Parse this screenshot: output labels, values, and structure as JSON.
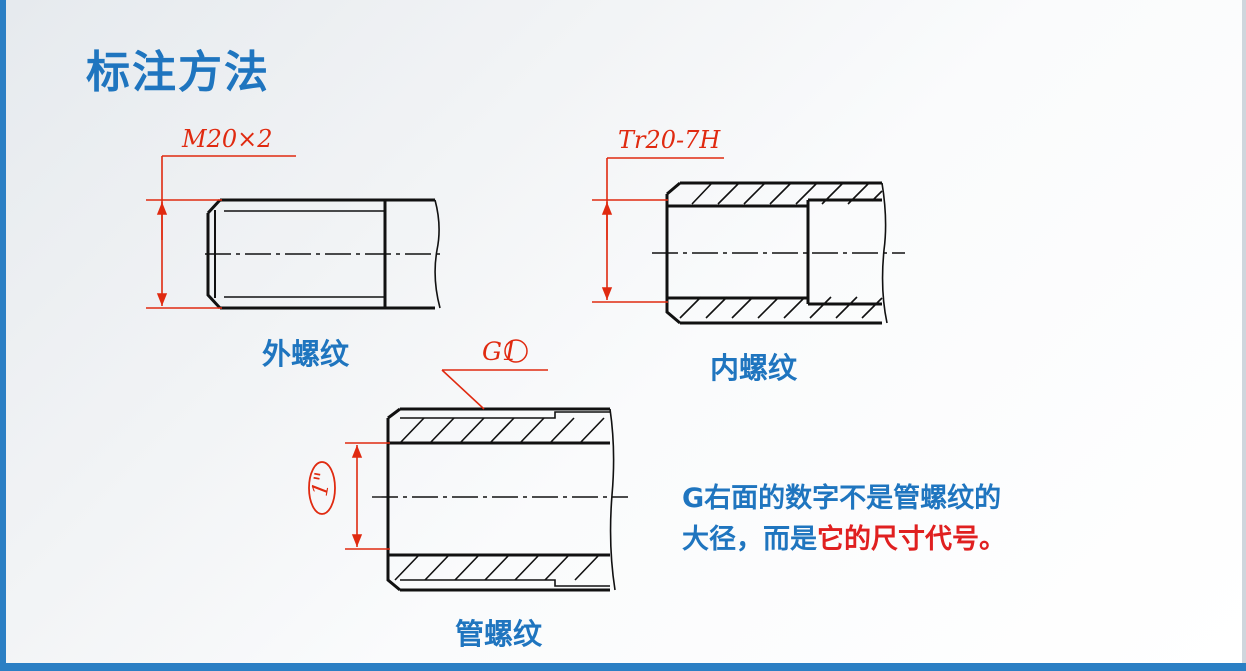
{
  "page": {
    "title": "标注方法"
  },
  "diagrams": {
    "external": {
      "caption": "外螺纹",
      "annotation": "M20×2"
    },
    "internal": {
      "caption": "内螺纹",
      "annotation": "Tr20-7H"
    },
    "pipe": {
      "caption": "管螺纹",
      "annotation": "G1",
      "size_label": "1\""
    }
  },
  "note": {
    "line1": "G右面的数字不是管螺纹的",
    "line2_prefix": "大径，而是",
    "line2_highlight": "它的尺寸代号。"
  },
  "colors": {
    "accent": "#1f75bf",
    "annotation": "#e02a10",
    "highlight": "#e02020",
    "drawing": "#111111"
  }
}
